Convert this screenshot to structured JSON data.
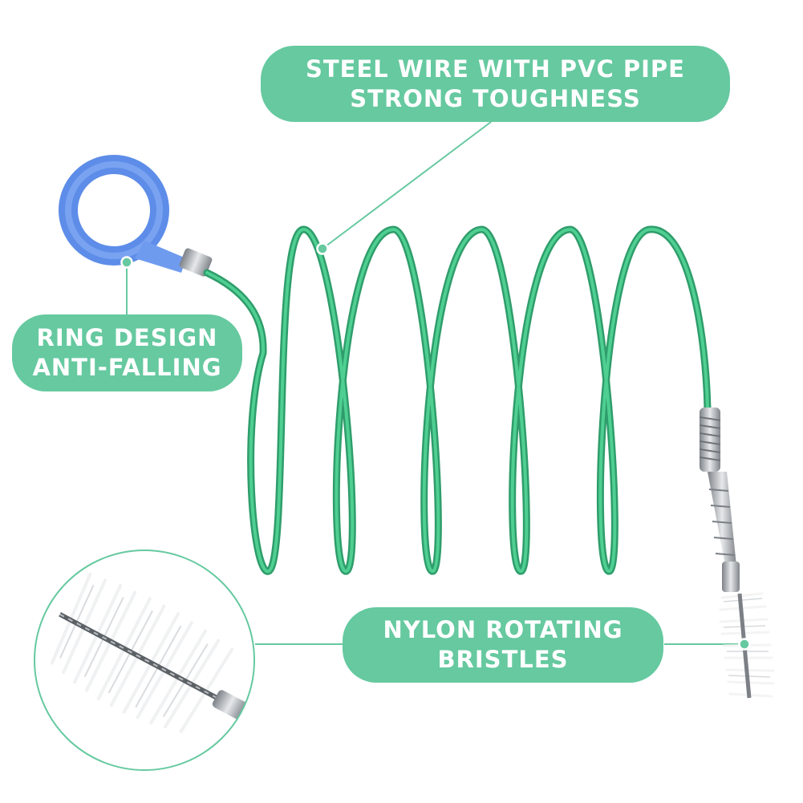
{
  "callouts": {
    "wire": {
      "line1": "STEEL WIRE WITH PVC PIPE",
      "line2": "STRONG TOUGHNESS"
    },
    "ring": {
      "line1": "RING DESIGN",
      "line2": "ANTI-FALLING"
    },
    "bristles": {
      "line1": "NYLON ROTATING",
      "line2": "BRISTLES"
    }
  },
  "colors": {
    "callout_green": "#66c9a0",
    "wire_green": "#33b07a",
    "ring_blue": "#6f9bef",
    "metal": "#a9adb3"
  },
  "icons": [
    "ring-handle",
    "coiled-wire",
    "brush-head",
    "magnifier-inset"
  ]
}
